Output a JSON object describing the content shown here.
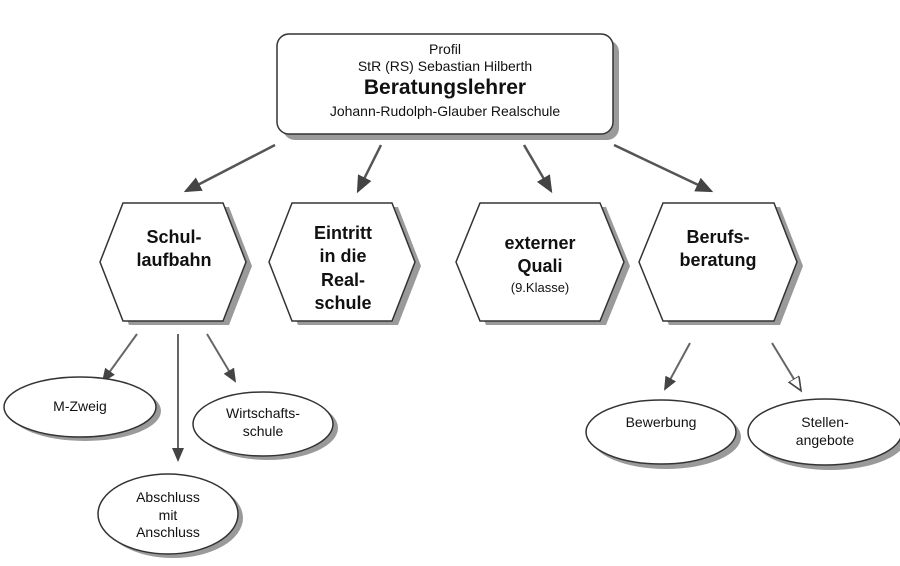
{
  "root": {
    "lines": [
      "Profil",
      "StR (RS) Sebastian Hilberth",
      "Beratungslehrer",
      "Johann-Rudolph-Glauber Realschule"
    ]
  },
  "hexagons": [
    {
      "label": "Schul-\nlaufbahn",
      "sub": ""
    },
    {
      "label": "Eintritt\nin die\nReal-\nschule",
      "sub": ""
    },
    {
      "label": "externer\nQuali",
      "sub": "(9.Klasse)"
    },
    {
      "label": "Berufs-\nberatung",
      "sub": ""
    }
  ],
  "ellipses": [
    {
      "label": "M-Zweig"
    },
    {
      "label": "Abschluss\nmit\nAnschluss"
    },
    {
      "label": "Wirtschafts-\nschule"
    },
    {
      "label": "Bewerbung"
    },
    {
      "label": "Stellen-\nangebote"
    }
  ],
  "colors": {
    "stroke": "#333333",
    "fill": "#ffffff",
    "shadow": "#9a9a9a",
    "arrow": "#555555"
  }
}
